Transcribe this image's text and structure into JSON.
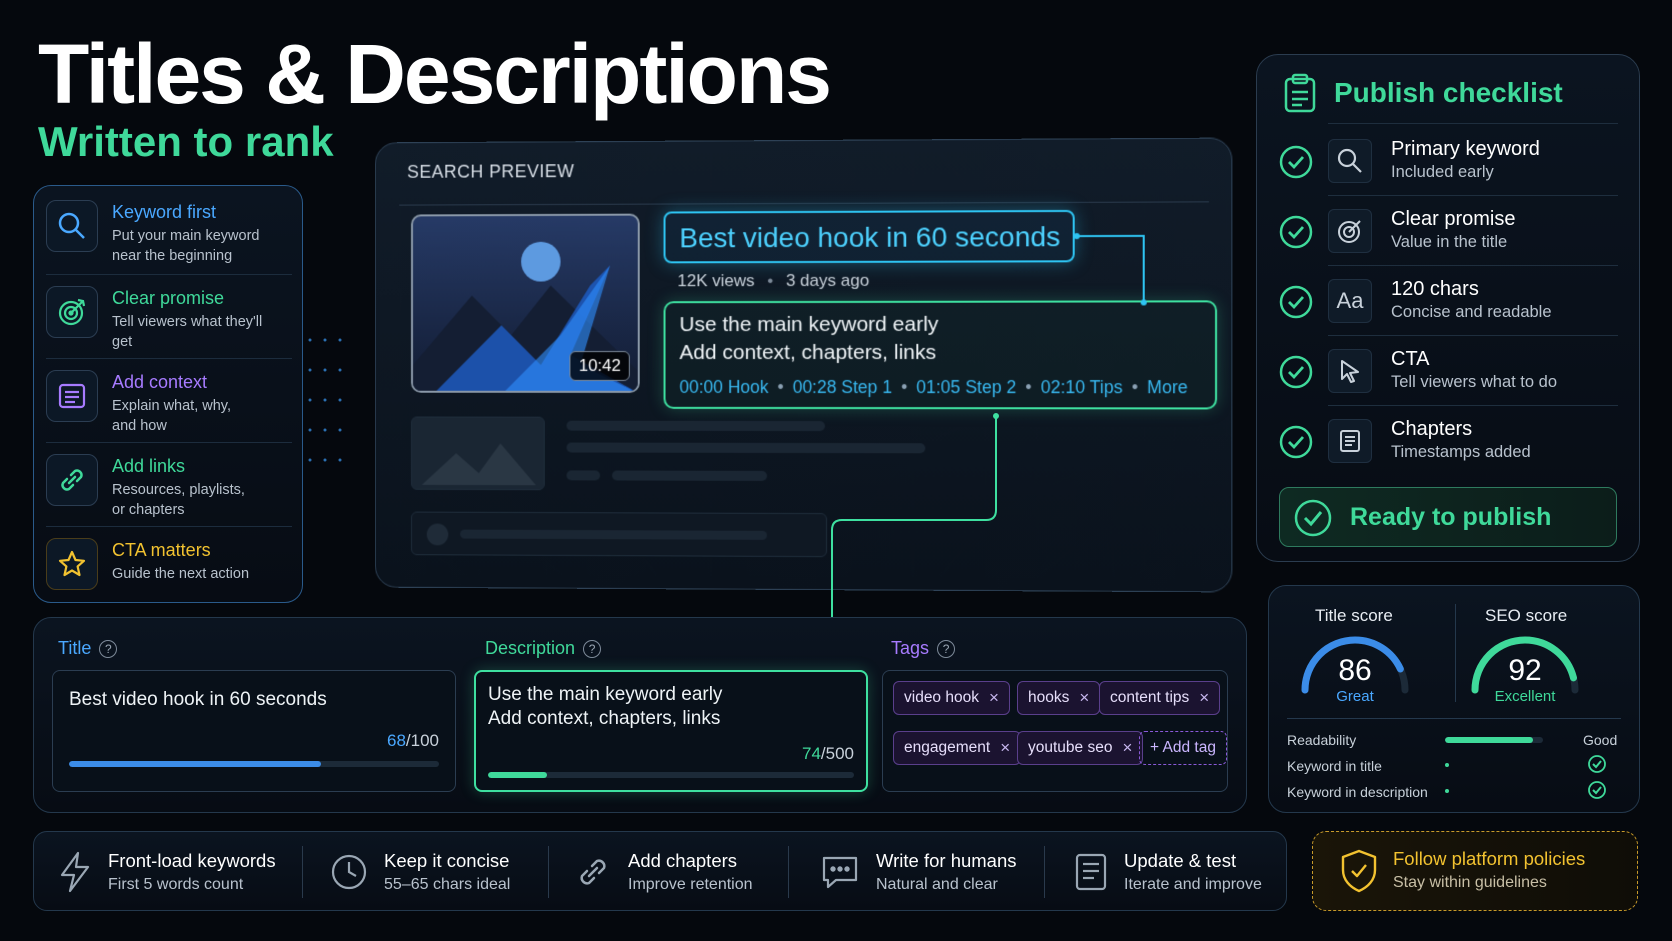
{
  "header": {
    "title": "Titles & Descriptions",
    "subtitle": "Written to rank"
  },
  "tips": [
    {
      "title": "Keyword first",
      "desc_1": "Put your main keyword",
      "desc_2": "near the beginning",
      "color": "#4aa8ff",
      "icon": "search-icon"
    },
    {
      "title": "Clear promise",
      "desc_1": "Tell viewers what they'll",
      "desc_2": "get",
      "color": "#3fd99a",
      "icon": "target-icon"
    },
    {
      "title": "Add context",
      "desc_1": "Explain what, why,",
      "desc_2": "and how",
      "color": "#a77bff",
      "icon": "document-icon"
    },
    {
      "title": "Add links",
      "desc_1": "Resources, playlists,",
      "desc_2": "or chapters",
      "color": "#3fd99a",
      "icon": "link-icon"
    },
    {
      "title": "CTA matters",
      "desc_1": "Guide the next action",
      "desc_2": "",
      "color": "#f2c230",
      "icon": "star-icon"
    }
  ],
  "preview": {
    "label": "SEARCH PREVIEW",
    "duration": "10:42",
    "video_title": "Best video hook in 60 seconds",
    "views": "12K views",
    "age": "3 days ago",
    "desc_line_1": "Use the main keyword early",
    "desc_line_2": "Add context, chapters, links",
    "chapters": [
      "00:00 Hook",
      "00:28 Step 1",
      "01:05 Step 2",
      "02:10 Tips",
      "More"
    ]
  },
  "checklist": {
    "title": "Publish checklist",
    "items": [
      {
        "title": "Primary keyword",
        "desc": "Included early",
        "icon": "search-icon"
      },
      {
        "title": "Clear promise",
        "desc": "Value in the title",
        "icon": "target-icon"
      },
      {
        "title": "120 chars",
        "desc": "Concise and readable",
        "icon": "text-size-icon",
        "glyph": "Aa"
      },
      {
        "title": "CTA",
        "desc": "Tell viewers what to do",
        "icon": "cursor-icon"
      },
      {
        "title": "Chapters",
        "desc": "Timestamps added",
        "icon": "document-icon"
      }
    ],
    "ready": "Ready to publish"
  },
  "editor": {
    "title_label": "Title",
    "title_value": "Best video hook in 60 seconds",
    "title_count": "68",
    "title_max": "/100",
    "title_fill": 0.68,
    "desc_label": "Description",
    "desc_line_1": "Use the main keyword early",
    "desc_line_2": "Add context, chapters, links",
    "desc_count": "74",
    "desc_max": "/500",
    "desc_fill": 0.16,
    "tags_label": "Tags",
    "tags": [
      "video hook",
      "hooks",
      "content tips",
      "engagement",
      "youtube seo"
    ],
    "add_tag": "+ Add tag",
    "help_glyph": "?",
    "remove_glyph": "×"
  },
  "scores": {
    "title_label": "Title score",
    "title_value": "86",
    "title_grade": "Great",
    "title_fraction": 0.86,
    "seo_label": "SEO score",
    "seo_value": "92",
    "seo_grade": "Excellent",
    "seo_fraction": 0.92,
    "readability_label": "Readability",
    "readability_value": "Good",
    "readability_fraction": 0.9,
    "kw_title_label": "Keyword in title",
    "kw_desc_label": "Keyword in description"
  },
  "strip": [
    {
      "title": "Front-load keywords",
      "desc": "First 5 words count",
      "icon": "lightning-icon"
    },
    {
      "title": "Keep it concise",
      "desc": "55–65 chars ideal",
      "icon": "clock-icon"
    },
    {
      "title": "Add chapters",
      "desc": "Improve retention",
      "icon": "link-icon"
    },
    {
      "title": "Write for humans",
      "desc": "Natural and clear",
      "icon": "chat-icon"
    },
    {
      "title": "Update & test",
      "desc": "Iterate and improve",
      "icon": "document-icon"
    }
  ],
  "policy": {
    "title": "Follow platform policies",
    "desc": "Stay within guidelines",
    "icon": "shield-check-icon"
  },
  "colors": {
    "green": "#3fd99a",
    "cyan": "#2ec4f2",
    "blue": "#4aa8ff",
    "purple": "#a77bff",
    "gold": "#f2c230"
  }
}
